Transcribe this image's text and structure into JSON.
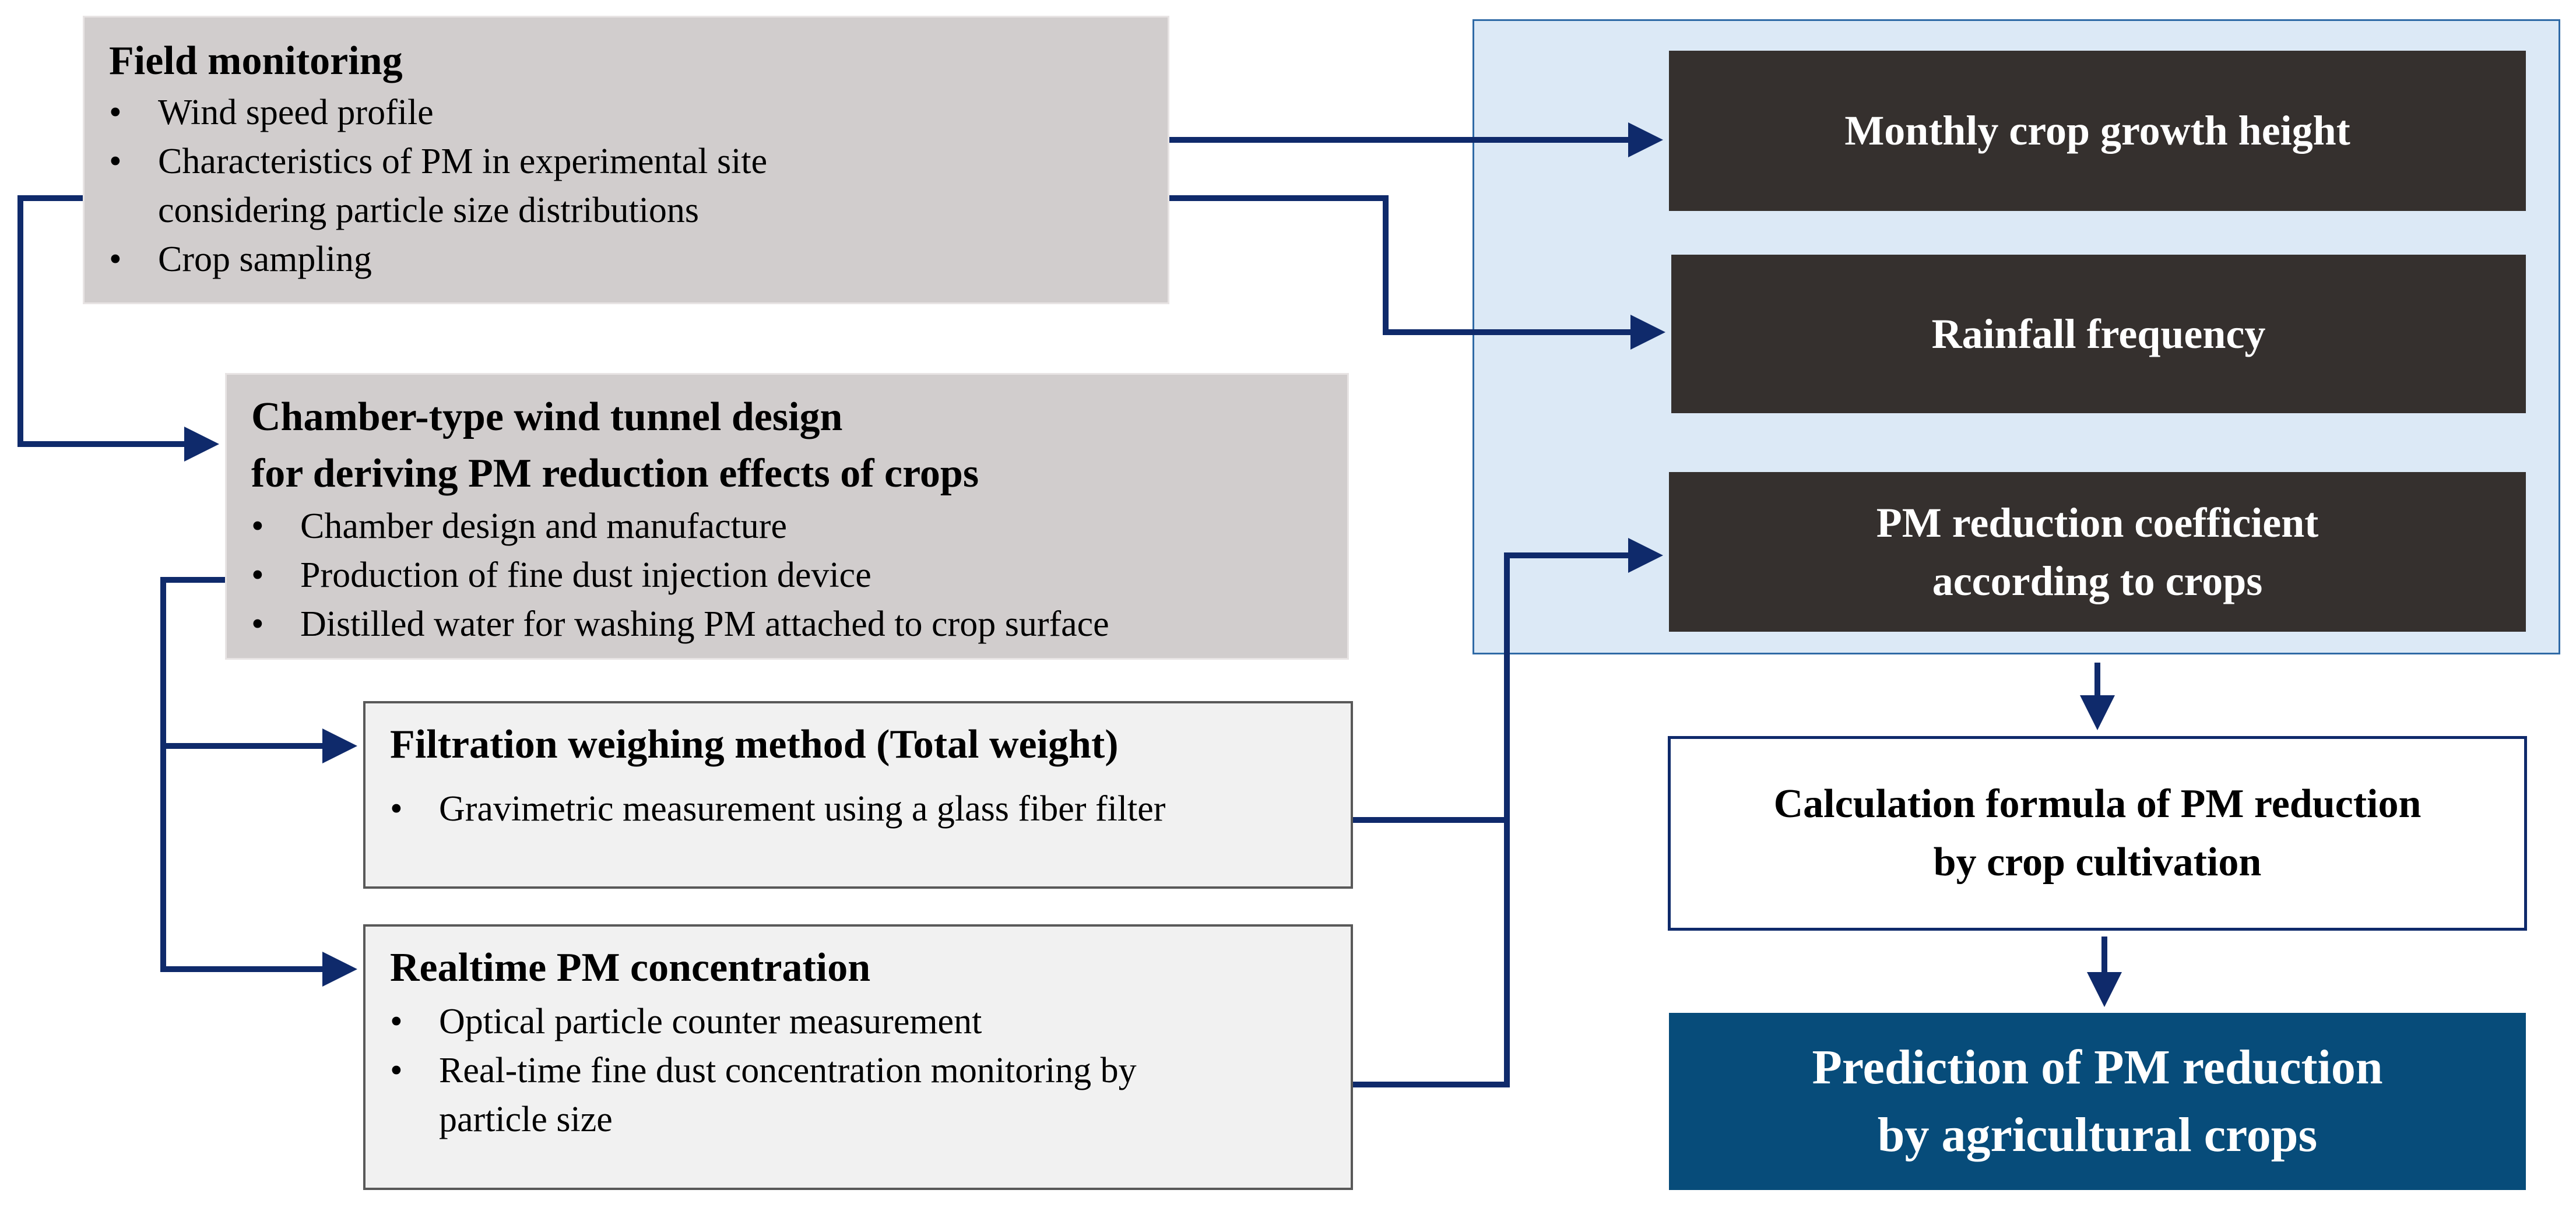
{
  "field_monitoring": {
    "title": "Field monitoring",
    "bullets": [
      "Wind speed profile",
      "Characteristics of PM in experimental site",
      "considering particle size distributions",
      "Crop sampling"
    ]
  },
  "chamber": {
    "title_line1": "Chamber-type wind tunnel design",
    "title_line2": "for deriving PM reduction effects of crops",
    "bullets": [
      "Chamber design and manufacture",
      "Production of fine dust injection device",
      "Distilled water for washing PM attached to crop surface"
    ]
  },
  "filtration": {
    "title": "Filtration weighing method  (Total weight)",
    "bullets": [
      "Gravimetric  measurement using a glass fiber filter"
    ]
  },
  "realtime": {
    "title": "Realtime PM concentration",
    "bullets": [
      "Optical particle counter measurement",
      "Real-time fine dust concentration monitoring by",
      "particle size"
    ]
  },
  "outputs": {
    "monthly_growth": "Monthly crop growth height",
    "rainfall": "Rainfall frequency",
    "coefficient_line1": "PM reduction coefficient",
    "coefficient_line2": "according to crops"
  },
  "formula": {
    "line1": "Calculation formula of PM reduction",
    "line2": "by crop cultivation"
  },
  "prediction": {
    "line1": "Prediction of PM reduction",
    "line2": "by agricultural crops"
  },
  "colors": {
    "connector": "#0f2a6b",
    "dark_box": "#35302e",
    "prediction_box": "#074c7a",
    "panel": "#dce9f6",
    "gray_box": "#d1cdcd"
  }
}
